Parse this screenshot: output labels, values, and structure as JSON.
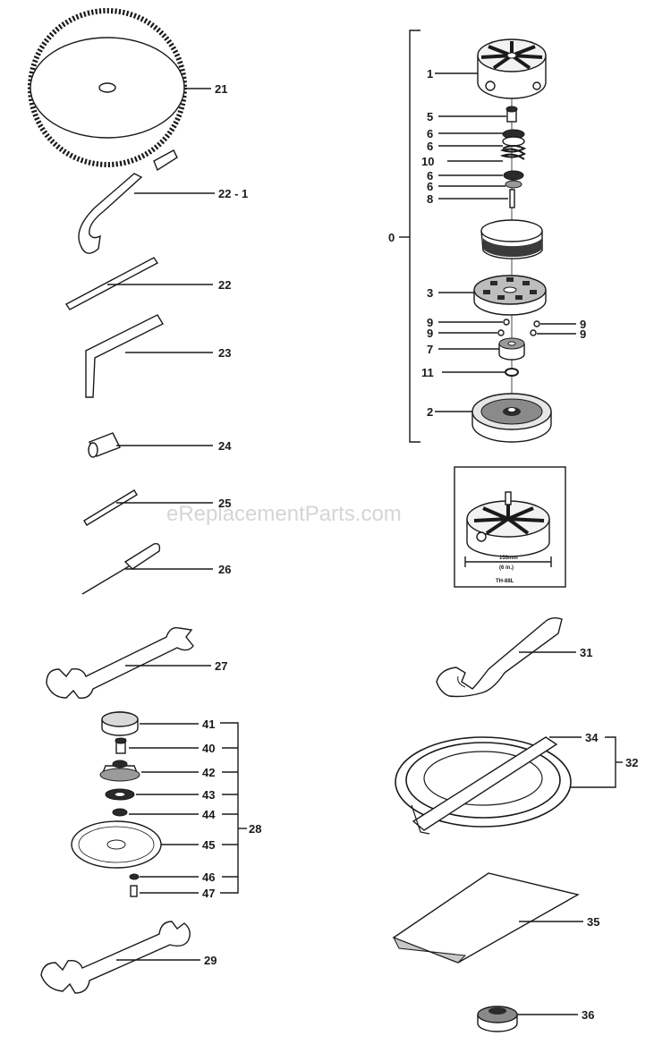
{
  "watermark": "eReplacementParts.com",
  "inset": {
    "dimension": "153mm",
    "sub": "(6 in.)",
    "model": "TH-88L"
  },
  "callouts": {
    "c21": "21",
    "c22_1": "22 - 1",
    "c22": "22",
    "c23": "23",
    "c24": "24",
    "c25": "25",
    "c26": "26",
    "c27": "27",
    "c41": "41",
    "c40": "40",
    "c42": "42",
    "c43": "43",
    "c44": "44",
    "c28": "28",
    "c45": "45",
    "c46": "46",
    "c47": "47",
    "c29": "29",
    "c1": "1",
    "c5": "5",
    "c6a": "6",
    "c6b": "6",
    "c10": "10",
    "c6c": "6",
    "c6d": "6",
    "c8": "8",
    "c0": "0",
    "c3": "3",
    "c9a": "9",
    "c9b": "9",
    "c9c": "9",
    "c9d": "9",
    "c7": "7",
    "c11": "11",
    "c2": "2",
    "c31": "31",
    "c34": "34",
    "c32": "32",
    "c35": "35",
    "c36": "36"
  }
}
